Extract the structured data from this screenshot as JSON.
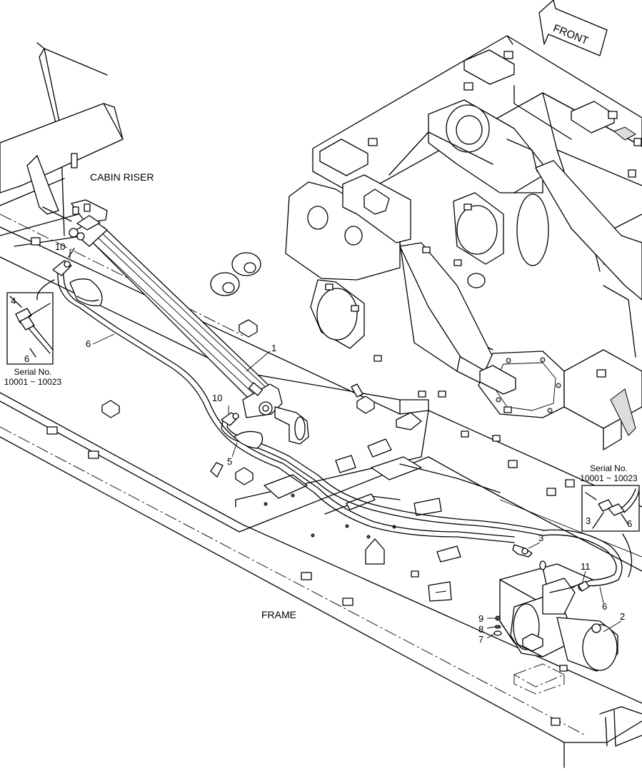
{
  "labels": {
    "front": "FRONT",
    "cabin_riser": "CABIN RISER",
    "frame": "FRAME"
  },
  "serial_notes": {
    "left": {
      "line1": "Serial No.",
      "line2": "10001 ~ 10023"
    },
    "right": {
      "line1": "Serial No.",
      "line2": "10001 ~ 10023"
    }
  },
  "part_callouts": {
    "cylinder": "1",
    "pump": "2",
    "fitting_main": "3",
    "fitting_inset_right": "3",
    "elbow_inset_left": "4",
    "hose_lower": "5",
    "hose_long": "6",
    "hose_inset_left": "6",
    "hose_inset_right": "6",
    "hose_near_pump": "6",
    "washer": "7",
    "lock_washer": "8",
    "bolt": "9",
    "fitting_upper": "10",
    "fitting_lower": "10",
    "fitting_pump": "11"
  }
}
